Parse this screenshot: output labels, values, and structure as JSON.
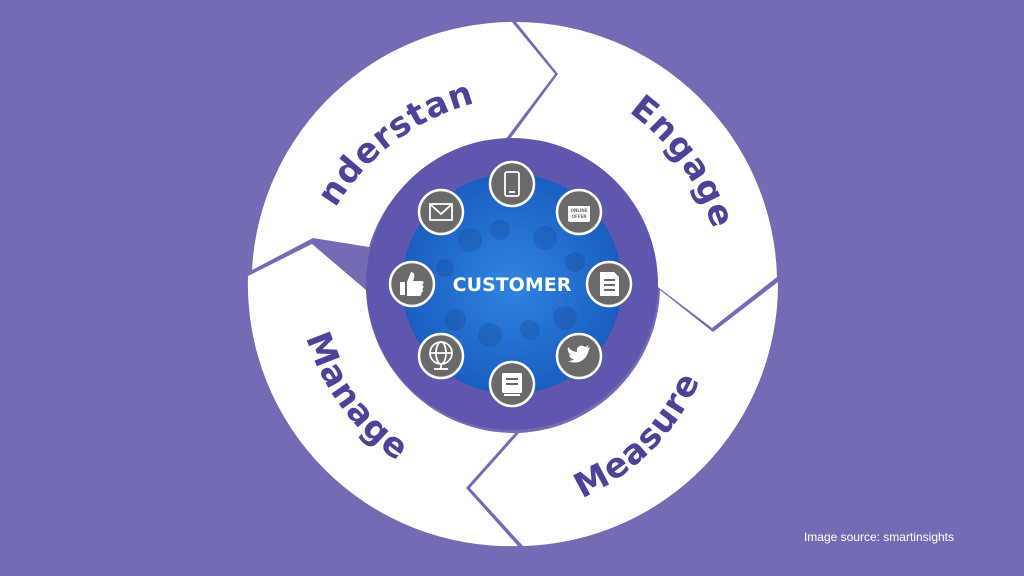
{
  "diagram": {
    "stages": [
      "Understand",
      "Engage",
      "Measure",
      "Manage"
    ],
    "center": "CUSTOMER",
    "icons": [
      "mobile-icon",
      "online-offer-icon",
      "html-document-icon",
      "twitter-icon",
      "book-icon",
      "globe-icon",
      "thumbs-up-icon",
      "email-icon"
    ]
  },
  "source": "Image source: smartinsights",
  "colors": {
    "background": "#736cb5",
    "ring": "#ffffff",
    "inner_disc": "#5e57ad",
    "customer_disc": "#1f68c9",
    "text": "#4b4397",
    "icon_circle": "#6a6a6a"
  }
}
